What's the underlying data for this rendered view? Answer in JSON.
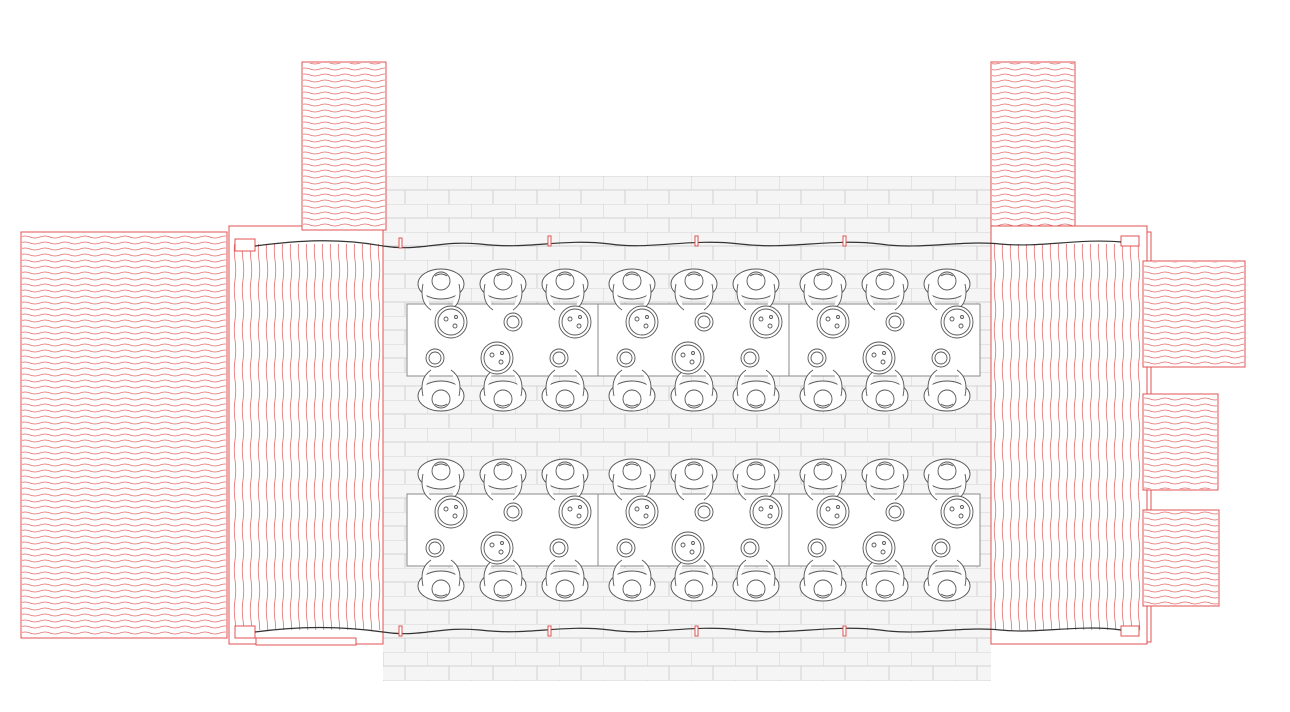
{
  "drawing": {
    "view": "plan",
    "colors": {
      "timber": "#e56a6a",
      "timber_outline": "#e05050",
      "paving": "#f4f4f4",
      "paving_joint": "#c9c9c9",
      "furniture": "#555555",
      "cable": "#333333"
    },
    "table_rows": 2,
    "tables_per_row": 3,
    "seated_people_per_table_side": 3
  }
}
